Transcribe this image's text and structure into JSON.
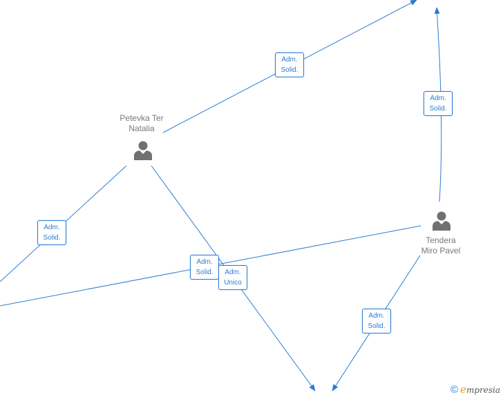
{
  "colors": {
    "edge": "#2a7bd3",
    "person": "#707070",
    "name_text": "#777777"
  },
  "people": [
    {
      "id": "petevka",
      "line1": "Petevka Ter",
      "line2": "Natalia",
      "icon": "person-icon"
    },
    {
      "id": "tendera",
      "line1": "Tendera",
      "line2": "Miro Pavel",
      "icon": "person-icon"
    }
  ],
  "relations": [
    {
      "id": "r1",
      "line1": "Adm.",
      "line2": "Solid."
    },
    {
      "id": "r2",
      "line1": "Adm.",
      "line2": "Solid."
    },
    {
      "id": "r3",
      "line1": "Adm.",
      "line2": "Solid."
    },
    {
      "id": "r4",
      "line1": "Adm.",
      "line2": "Solid."
    },
    {
      "id": "r5",
      "line1": "Adm.",
      "line2": "Unico"
    },
    {
      "id": "r6",
      "line1": "Adm.",
      "line2": "Solid."
    }
  ],
  "watermark": {
    "symbol": "©",
    "brand_initial": "e",
    "brand_rest": "mpresia",
    "icon": "copyright-icon"
  }
}
